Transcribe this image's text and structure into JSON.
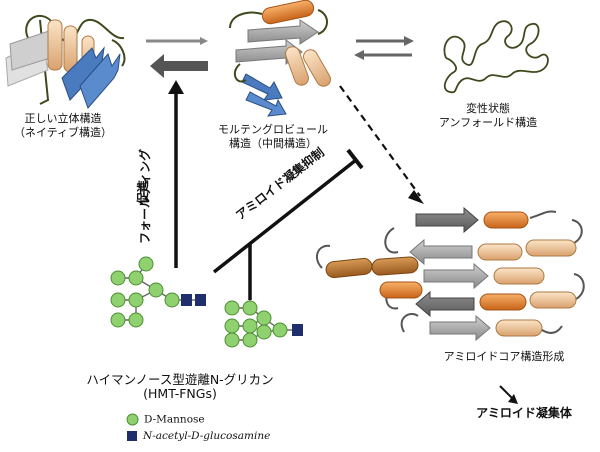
{
  "labels": {
    "native_line1": "正しい立体構造",
    "native_line2": "（ネイティブ構造）",
    "molten_line1": "モルテングロビュール",
    "molten_line2": "構造（中間構造）",
    "denatured_line1": "変性状態",
    "denatured_line2": "アンフォールド構造",
    "folding_line1": "フォールディング",
    "folding_line2": "促進",
    "inhibition": "アミロイド凝集抑制",
    "core": "アミロイドコア構造形成",
    "aggregate": "アミロイド凝集体",
    "glycan_line1": "ハイマンノース型遊離N-グリカン",
    "glycan_line2": "(HMT-FNGs)"
  },
  "legend": {
    "mannose": "D-Mannose",
    "glcnac": "N-acetyl-D-glucosamine"
  },
  "colors": {
    "beta_strand": "#4a7bbf",
    "helix_light": "#f2c9a0",
    "helix_orange": "#e8832a",
    "strand_gray": "#999999",
    "mannose": "#8fd16f",
    "glcnac": "#1f2f6e",
    "arrow": "#333333",
    "coil": "#3e4a1e"
  }
}
